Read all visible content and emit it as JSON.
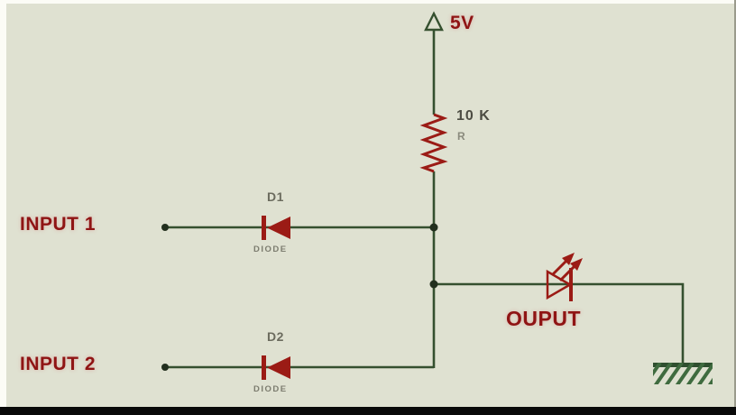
{
  "diagram": {
    "kind": "circuit-schematic",
    "description": "Two-input diode gate with pull-up resistor and LED output",
    "power_label": "5V",
    "resistor": {
      "value": "10 K",
      "ref": "R"
    },
    "inputs": [
      {
        "label": "INPUT 1",
        "diode_ref": "D1",
        "diode_type": "DIODE"
      },
      {
        "label": "INPUT 2",
        "diode_ref": "D2",
        "diode_type": "DIODE"
      }
    ],
    "output_label": "OUPUT",
    "symbols": [
      "power-terminal",
      "resistor",
      "diode",
      "diode",
      "led",
      "ground"
    ],
    "colors": {
      "background": "#dfe1d1",
      "wire_green": "#35502f",
      "component_red": "#9b1b15",
      "label_red": "#8f1414",
      "label_gray": "#6b6b5e",
      "border_black": "#090909",
      "margin_white": "#fcfcf6"
    }
  }
}
